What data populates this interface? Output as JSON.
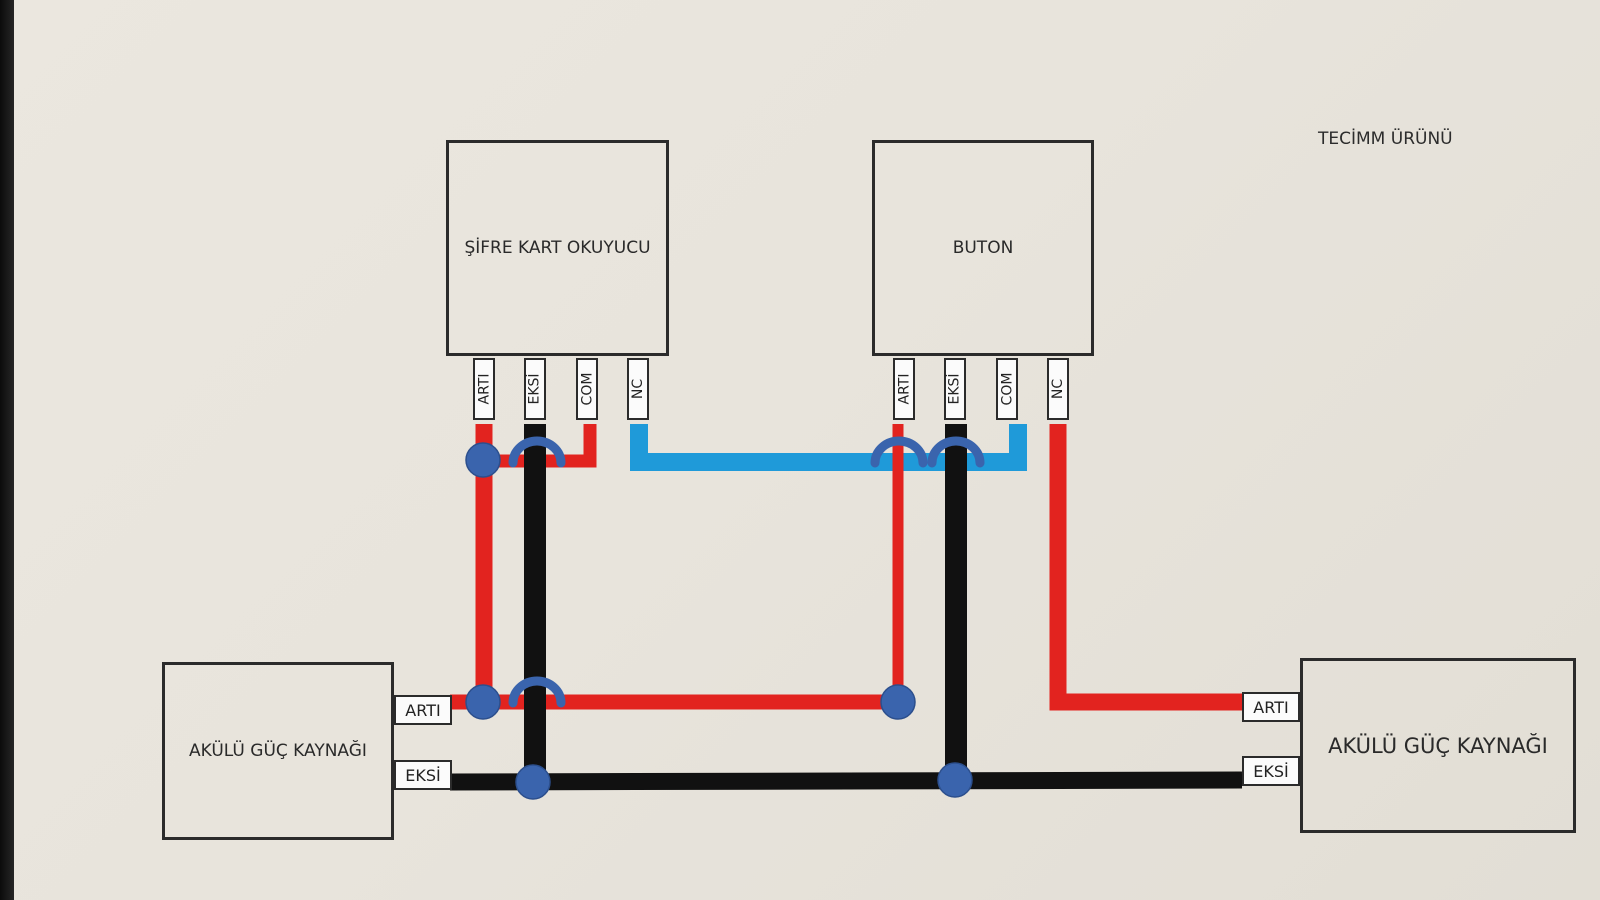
{
  "brand": "TECİMM ÜRÜNÜ",
  "blocks": {
    "card_reader": {
      "label": "ŞİFRE KART OKUYUCU",
      "terminals": [
        "ARTI",
        "EKSİ",
        "COM",
        "NC"
      ]
    },
    "button": {
      "label": "BUTON",
      "terminals": [
        "ARTI",
        "EKSİ",
        "COM",
        "NC"
      ]
    },
    "power_left": {
      "label": "AKÜLÜ GÜÇ KAYNAĞI",
      "terminals": [
        "ARTI",
        "EKSİ"
      ]
    },
    "power_right": {
      "label": "AKÜLÜ GÜÇ KAYNAĞI",
      "terminals": [
        "ARTI",
        "EKSİ"
      ]
    }
  },
  "colors": {
    "positive_wire": "#e2231f",
    "negative_wire": "#111111",
    "signal_wire": "#1f9ad9",
    "junction": "#3a64ad",
    "box_border": "#2b2b2b"
  }
}
